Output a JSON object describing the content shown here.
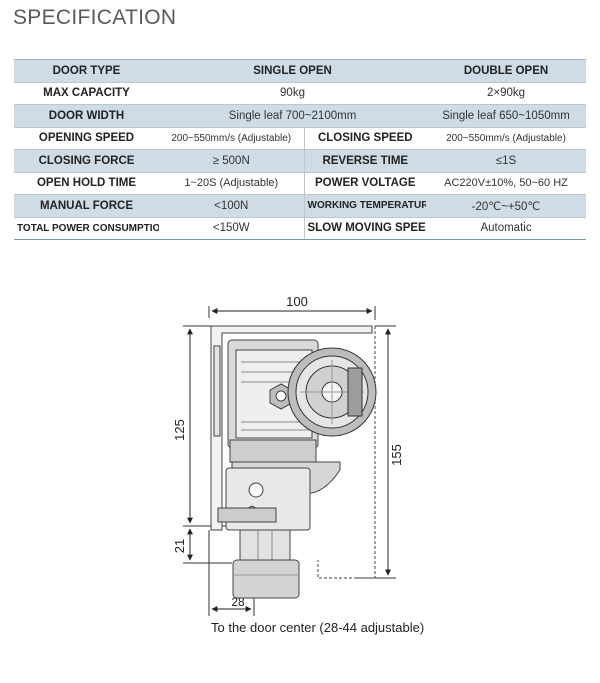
{
  "title": "SPECIFICATION",
  "table": {
    "door_type": {
      "label": "DOOR TYPE",
      "single": "SINGLE OPEN",
      "double": "DOUBLE OPEN"
    },
    "max_capacity": {
      "label": "MAX CAPACITY",
      "single": "90kg",
      "double": "2×90kg"
    },
    "door_width": {
      "label": "DOOR WIDTH",
      "single": "Single leaf 700~2100mm",
      "double": "Single leaf 650~1050mm"
    },
    "row_speed": {
      "label1": "OPENING SPEED",
      "value1": "200~550mm/s (Adjustable)",
      "label2": "CLOSING SPEED",
      "value2": "200~550mm/s (Adjustable)"
    },
    "row_force": {
      "label1": "CLOSING FORCE",
      "value1": "≥ 500N",
      "label2": "REVERSE TIME",
      "value2": "≤1S"
    },
    "row_hold": {
      "label1": "OPEN HOLD TIME",
      "value1": "1~20S (Adjustable)",
      "label2": "POWER VOLTAGE",
      "value2": "AC220V±10%, 50~60 HZ"
    },
    "row_manual": {
      "label1": "MANUAL FORCE",
      "value1": "<100N",
      "label2": "WORKING TEMPERATURE",
      "value2": "-20℃~+50℃"
    },
    "row_power": {
      "label1": "TOTAL POWER CONSUMPTION",
      "value1": "<150W",
      "label2": "SLOW MOVING SPEED",
      "value2": "Automatic"
    }
  },
  "drawing": {
    "dim_width": "100",
    "dim_height_main": "125",
    "dim_height_total": "155",
    "dim_height_bottom": "21",
    "dim_offset": "28",
    "caption": "To the door center (28-44 adjustable)"
  }
}
